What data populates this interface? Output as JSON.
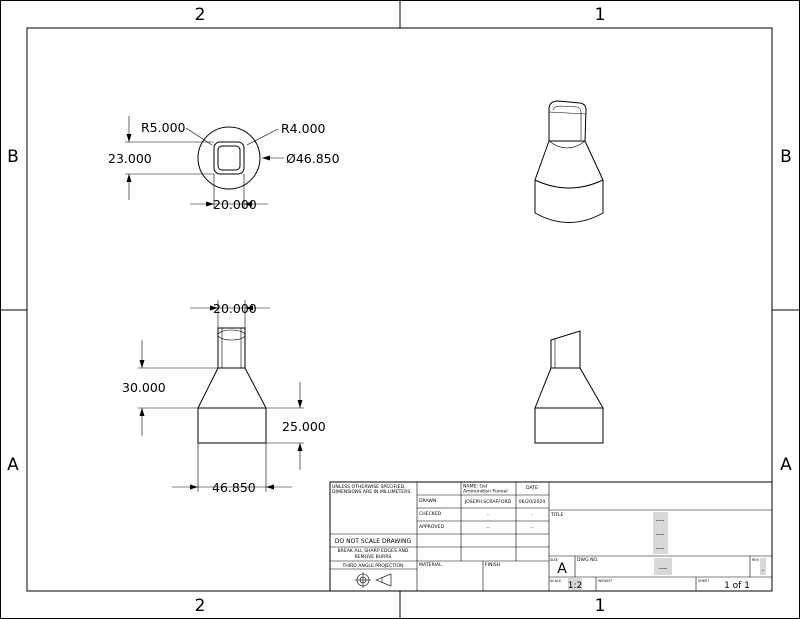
{
  "zones": {
    "columns": [
      "2",
      "1"
    ],
    "rows": [
      "B",
      "A"
    ]
  },
  "dimensions": {
    "top_view": {
      "fillet_left": "R5.000",
      "fillet_right": "R4.000",
      "height": "23.000",
      "diameter": "Ø46.850",
      "width": "20.000"
    },
    "front_view": {
      "neck_width": "20.000",
      "cone_height": "30.000",
      "base_height": "25.000",
      "base_width": "46.850"
    }
  },
  "title_block": {
    "general_note": "UNLESS OTHERWISE SPECIFIED, DIMENSIONS ARE IN MILLIMETERS.",
    "name_label": "NAME: Gel Ammunition Funnel",
    "date_label": "DATE",
    "drawn_label": "DRAWN",
    "drawn_by": "JOSEPH SCRAFFORD",
    "drawn_date": "06/20/2024",
    "checked_label": "CHECKED",
    "checked_by": "-",
    "checked_date": "-",
    "approved_label": "APPROVED",
    "approved_by": "--",
    "approved_date": "--",
    "do_not_scale": "DO NOT SCALE DRAWING",
    "break_edges_1": "BREAK ALL SHARP EDGES AND",
    "break_edges_2": "REMOVE BURRS",
    "projection": "THIRD ANGLE PROJECTION",
    "material_label": "MATERIAL",
    "finish_label": "FINISH",
    "title_label": "TITLE",
    "title_lines": [
      "----",
      "----",
      "----"
    ],
    "size_label": "SIZE",
    "size": "A",
    "dwg_no_label": "DWG NO.",
    "dwg_no": "----",
    "rev_label": "REV",
    "rev": "-",
    "scale_label": "SCALE",
    "scale": "1:2",
    "weight_label": "WEIGHT",
    "sheet_label": "SHEET",
    "sheet": "1 of 1"
  }
}
